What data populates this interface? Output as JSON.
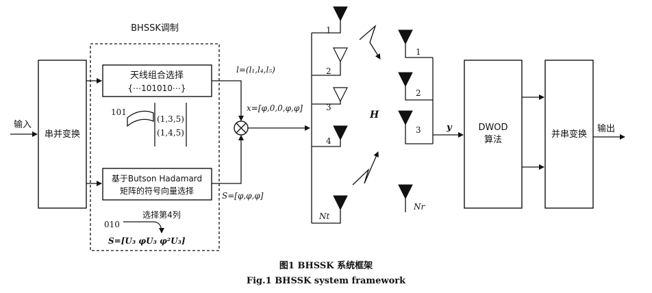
{
  "labels": {
    "modulation_title": "BHSSK调制",
    "input": "输入",
    "sp_converter": "串并变换",
    "antenna_select_line1": "天线组合选择",
    "antenna_select_line2": "{⋯101010⋯}",
    "bits_101": "101",
    "combo_1": "(1,3,5)",
    "combo_2": "(1,4,5)",
    "butson_line1": "基于Butson Hadamard",
    "butson_line2": "矩阵的符号向量选择",
    "bits_010": "010",
    "select_col4": "选择第4列",
    "s_matrix": "S=[U₃   φU₃   φ²U₃]",
    "l_vector": "l=(l₁,l₄,l₅)",
    "x_vector": "x=[φ,0,0,φ,φ]",
    "s_vector": "S=[φ,φ,φ]",
    "tx_1": "1",
    "tx_2": "2",
    "tx_3": "3",
    "tx_4": "4",
    "tx_nt": "Nt",
    "channel": "H",
    "rx_1": "1",
    "rx_2": "2",
    "rx_3": "3",
    "rx_nr": "Nr",
    "y_label": "y",
    "dwod_line1": "DWOD",
    "dwod_line2": "算法",
    "ps_converter": "并串变换",
    "output": "输出"
  },
  "caption": {
    "zh": "图1   BHSSK 系统框架",
    "en": "Fig.1   BHSSK system framework"
  }
}
